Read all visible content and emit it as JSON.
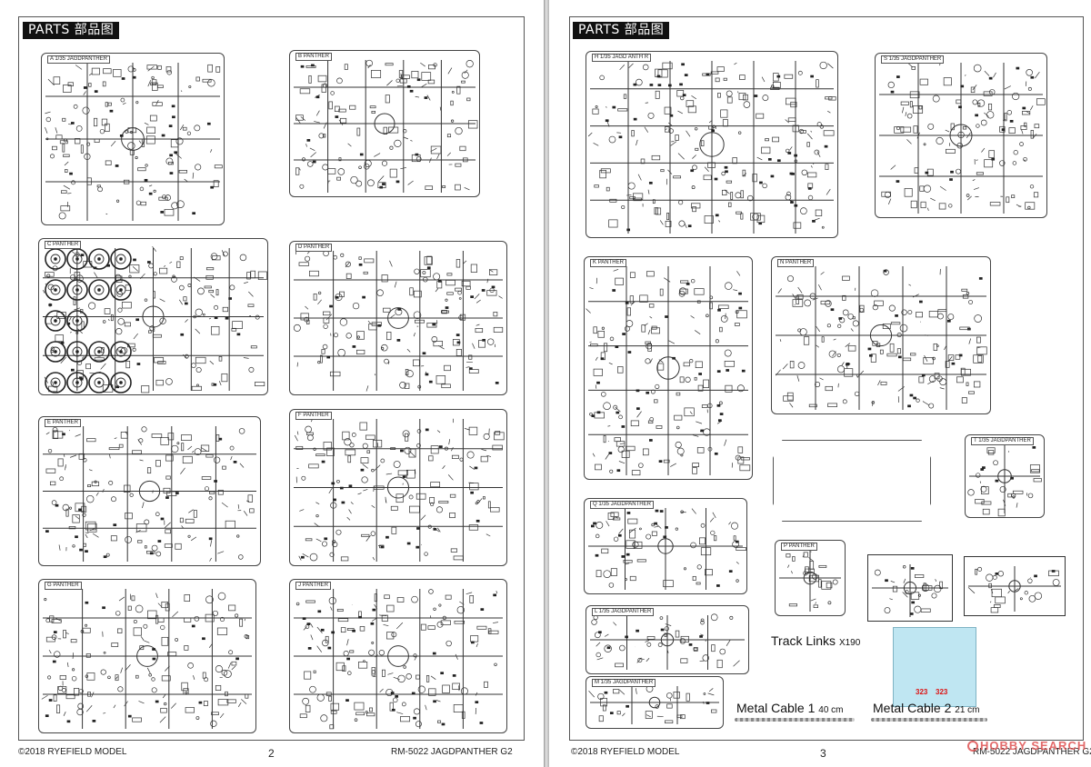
{
  "left_page": {
    "header": {
      "label": "PARTS",
      "label_cn": "部品图"
    },
    "sprues": [
      {
        "letter": "A",
        "name": "1/35 JAGDPANTHER"
      },
      {
        "letter": "B",
        "name": "PANTHER"
      },
      {
        "letter": "C",
        "name": "PANTHER"
      },
      {
        "letter": "D",
        "name": "PANTHER"
      },
      {
        "letter": "E",
        "name": "PANTHER"
      },
      {
        "letter": "F",
        "name": "PANTHER"
      },
      {
        "letter": "G",
        "name": "PANTHER"
      },
      {
        "letter": "J",
        "name": "PANTHER"
      }
    ],
    "footer": {
      "copyright": "©2018 RYEFIELD MODEL",
      "page_number": "2",
      "model": "RM-5022 JAGDPANTHER G2"
    }
  },
  "right_page": {
    "header": {
      "label": "PARTS",
      "label_cn": "部品图"
    },
    "sprues": [
      {
        "letter": "H",
        "name": "1/35 JAGD ANTH R"
      },
      {
        "letter": "S",
        "name": "1/35 JAGDPANTHER"
      },
      {
        "letter": "K",
        "name": "PANTHER"
      },
      {
        "letter": "N",
        "name": "PANTHER"
      },
      {
        "letter": "T",
        "name": "1/35 JAGDPANTHER"
      },
      {
        "letter": "Q",
        "name": "1/35 JAGDPANTHER"
      },
      {
        "letter": "P",
        "name": "PANTHER"
      },
      {
        "letter": "L",
        "name": "1/35 JAGDPANTHER"
      },
      {
        "letter": "M",
        "name": "1/35 JAGDPANTHER"
      }
    ],
    "track_links": {
      "label": "Track Links",
      "count": "X190"
    },
    "cable1": {
      "label": "Metal Cable 1",
      "length": "40 cm"
    },
    "cable2": {
      "label": "Metal Cable 2",
      "length": "21 cm"
    },
    "decal": {
      "codes": [
        "323",
        "323"
      ]
    },
    "footer": {
      "copyright": "©2018 RYEFIELD MODEL",
      "page_number": "3",
      "model": "RM-5022 JAGDPANTHER G2"
    }
  },
  "watermark": {
    "text": "HOBBY SEARCH"
  }
}
